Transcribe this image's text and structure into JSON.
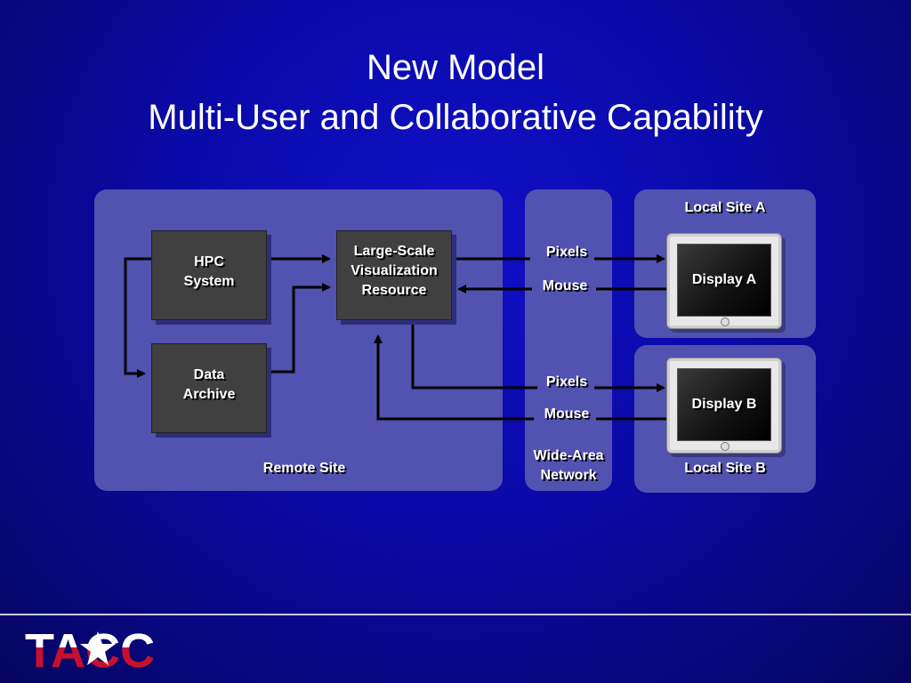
{
  "title": {
    "line1": "New Model",
    "line2": "Multi-User and Collaborative Capability"
  },
  "nodes": {
    "hpc": "HPC\nSystem",
    "archive": "Data\nArchive",
    "viz": "Large-Scale\nVisualization\nResource",
    "display_a": "Display A",
    "display_b": "Display B"
  },
  "regions": {
    "remote": "Remote Site",
    "wan": "Wide-Area\nNetwork",
    "local_a": "Local Site A",
    "local_b": "Local Site B"
  },
  "edges": {
    "pixels_a": "Pixels",
    "mouse_a": "Mouse",
    "pixels_b": "Pixels",
    "mouse_b": "Mouse"
  },
  "logo": "TACC"
}
